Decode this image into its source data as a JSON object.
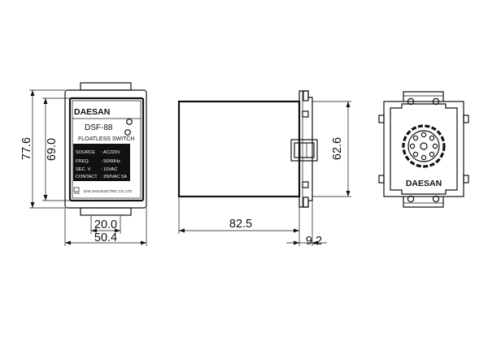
{
  "dimensions": {
    "overall_height": "77.6",
    "body_height": "69.0",
    "mount_width": "20.0",
    "overall_width": "50.4",
    "body_depth": "82.5",
    "side_height": "62.6",
    "flange_depth": "9.2"
  },
  "front_panel": {
    "brand": "DAESAN",
    "model": "DSF-88",
    "product": "FLOATLESS  SWITCH",
    "spec_rows": [
      {
        "label": "SOURCE",
        "value": ": AC220V"
      },
      {
        "label": "FREQ.",
        "value": ": 50/60Hz"
      },
      {
        "label": "SEC. V",
        "value": ": 10VAC"
      },
      {
        "label": "CONTACT",
        "value": ": 250VAC  5A"
      }
    ],
    "maker": "DAE SAN ELECTRIC CO.,LTD."
  },
  "socket_view": {
    "brand": "DAESAN"
  }
}
